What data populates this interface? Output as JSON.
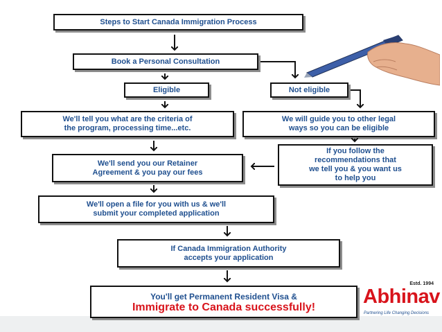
{
  "steps": {
    "title": "Steps to Start Canada Immigration Process",
    "consult": "Book a Personal Consultation",
    "eligible": "Eligible",
    "not_eligible": "Not eligible",
    "criteria": "We'll tell you what are the criteria of\nthe program, processing time...etc.",
    "guide": "We will guide you to other legal\nways so you can be eligible",
    "retainer": "We'll send you our Retainer\nAgreement & you pay our fees",
    "follow": "If you follow the\nrecommendations that\nwe tell you & you want us\nto help you",
    "file": "We'll open a file for you with us & we'll\nsubmit your completed application",
    "accepts": "If Canada Immigration Authority\naccepts your application",
    "final_line1": "You'll get Permanent Resident Visa &",
    "final_line2": "Immigrate to Canada successfully!"
  },
  "logo": {
    "estd": "Estd. 1994",
    "name": "Abhinav",
    "tagline": "Partnering Life Changing Decisions"
  },
  "colors": {
    "text_blue": "#1f4f8f",
    "accent_red": "#d8131b"
  }
}
